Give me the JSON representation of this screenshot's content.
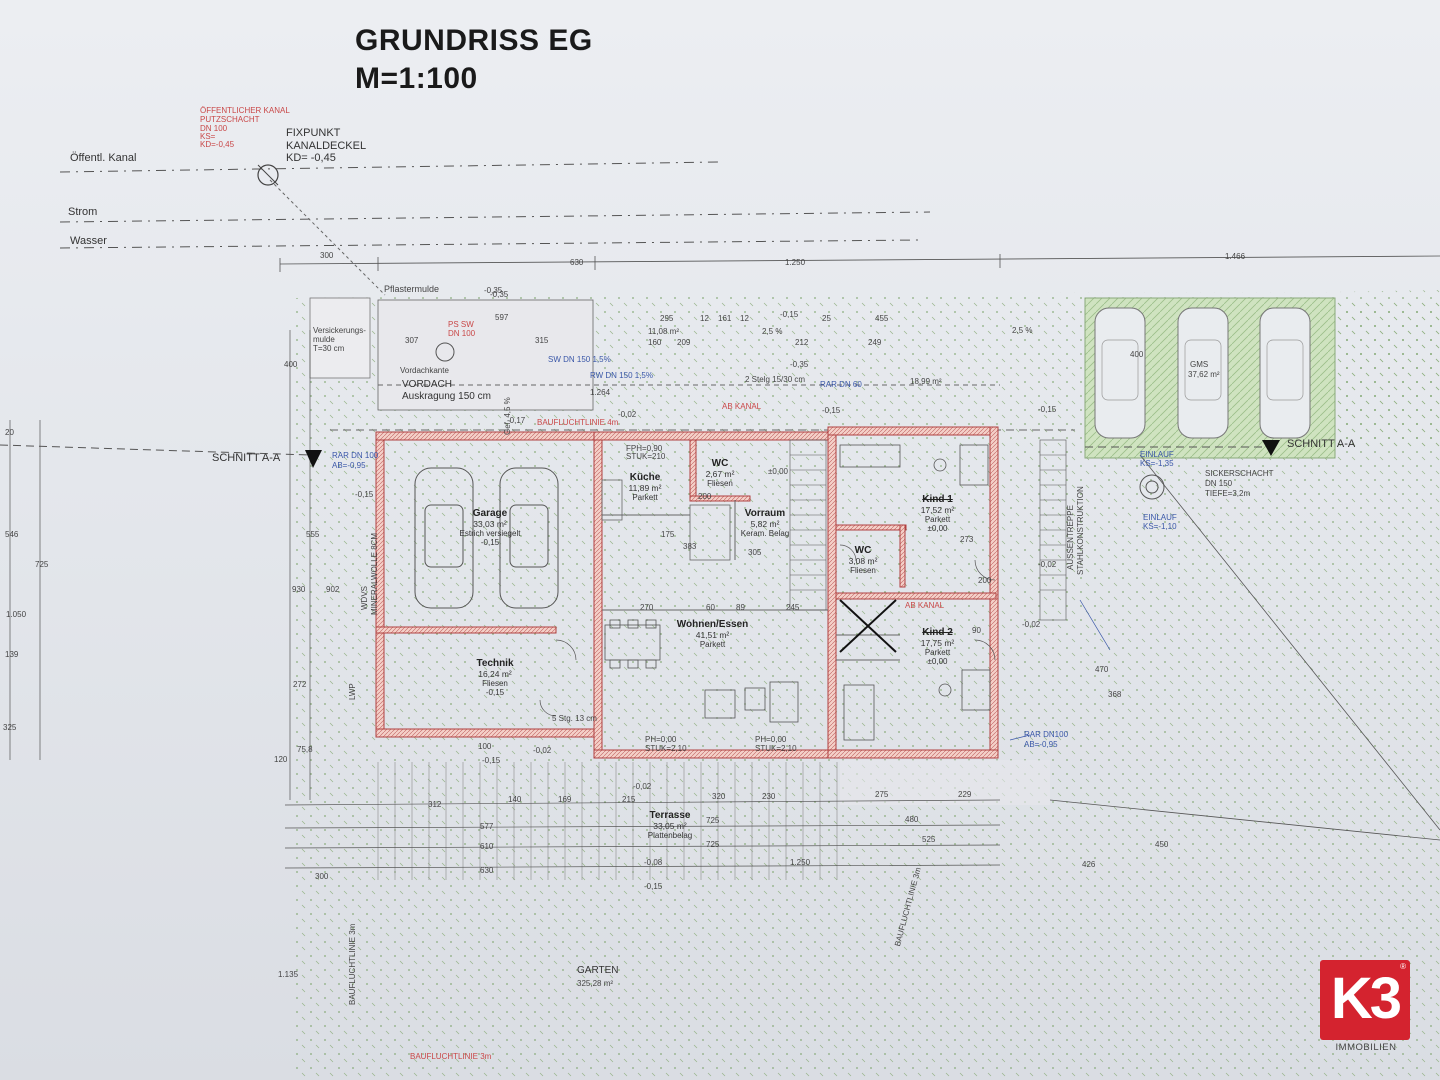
{
  "title": {
    "line1": "GRUNDRISS EG",
    "line2": "M=1:100"
  },
  "utilities": {
    "kanal_note": "ÖFFENTLICHER KANAL",
    "kanal_note2": "PUTZSCHACHT",
    "kanal_note3": "DN 100",
    "kanal_note4": "KS=",
    "kanal_note5": "KD=-0,45",
    "fixpunkt": "FIXPUNKT",
    "kanaldeckel": "KANALDECKEL",
    "kd": "KD= -0,45",
    "oeffentl_kanal": "Öffentl. Kanal",
    "strom": "Strom",
    "wasser": "Wasser"
  },
  "top_dims": {
    "d300": "300",
    "d630": "630",
    "d1250": "1.250",
    "d1466": "1.466"
  },
  "labels": {
    "pflastermulde": "Pflastermulde",
    "pm_level": "-0,35",
    "versickerung": "Versickerungs-",
    "versickerung2": "mulde",
    "versickerung3": "T=30 cm",
    "ps_sw": "PS SW",
    "ps_dn": "DN 100",
    "vordachkante": "Vordachkante",
    "vordach": "VORDACH",
    "auskragung": "Auskragung 150 cm",
    "baufluchtlinie_4m": "BAUFLUCHTLINIE 4m",
    "sw_dn": "SW DN 150 1,5%",
    "rw_dn": "RW DN 150 1,5%",
    "ab_kanal": "AB KANAL",
    "ab_kanal2": "AB KANAL",
    "rar_dn60": "RAR DN 60",
    "rar_dn100": "RAR DN 100",
    "rar_ab": "AB=-0,95",
    "rar_dn100_b": "RAR DN100",
    "rar_ab_b": "AB=-0,95",
    "schnitt_left": "SCHNITT A-A",
    "schnitt_right": "SCHNITT A-A",
    "gms": "GMS",
    "gms_area": "37,62 m²",
    "sickerschacht": "SICKERSCHACHT",
    "sickerschacht2": "DN 150",
    "sickerschacht3": "TIEFE=3,2m",
    "einlauf": "EINLAUF",
    "einlauf_ks": "KS=-1,10",
    "einlauf2": "EINLAUF",
    "einlauf2_ks": "KS=-1,35",
    "aussentreppe": "AUSSENTREPPE",
    "stahlkonstruktion": "STAHLKONSTRUKTION",
    "wdvs": "WDVS",
    "mineralwolle": "MINERALWOLLE 8CM",
    "lwp": "LWP",
    "baufluchtlinie_3m_left": "BAUFLUCHTLINIE 3m",
    "baufluchtlinie_3m_mid": "BAUFLUCHTLINIE 3m",
    "baufluchtlinie_3m_bottom": "BAUFLUCHTLINIE 3m",
    "garten": "GARTEN",
    "garten_area": "325,28 m²",
    "area_top": "11,08 m²",
    "area_top2": "18,99 m²",
    "gef": "Gef. 4,5 %",
    "gef2": "2,5 %",
    "gef3": "2,5 %",
    "ph_left": "PH=0,00",
    "stuk_left": "STUK=2,10",
    "ph_right": "PH=0,00",
    "stuk_right": "STUK=2,10",
    "fph": "FPH=0,90",
    "stuk_k": "STUK=210",
    "stg": "5 Stg. 13 cm",
    "stg2": "2 Stelg 15/30 cm"
  },
  "rooms": {
    "garage": {
      "name": "Garage",
      "area": "33,03 m²",
      "floor": "Estrich versiegelt",
      "level": "-0,15"
    },
    "technik": {
      "name": "Technik",
      "area": "16,24 m²",
      "floor": "Fliesen",
      "level": "-0,15"
    },
    "kueche": {
      "name": "Küche",
      "area": "11,89 m²",
      "floor": "Parkett"
    },
    "wc1": {
      "name": "WC",
      "area": "2,67 m²",
      "floor": "Fliesen"
    },
    "vorraum": {
      "name": "Vorraum",
      "area": "5,82 m²",
      "floor": "Keram. Belag"
    },
    "wohnen": {
      "name": "Wohnen/Essen",
      "area": "41,51 m²",
      "floor": "Parkett"
    },
    "kind1": {
      "name": "Kind 1",
      "area": "17,52 m²",
      "floor": "Parkett",
      "level": "±0,00"
    },
    "wc2": {
      "name": "WC",
      "area": "3,08 m²",
      "floor": "Fliesen"
    },
    "kind2": {
      "name": "Kind 2",
      "area": "17,75 m²",
      "floor": "Parkett",
      "level": "±0,00"
    },
    "terrasse": {
      "name": "Terrasse",
      "area": "33,05 m²",
      "floor": "Plattenbelag"
    }
  },
  "dims": [
    {
      "t": "597"
    },
    {
      "t": "307"
    },
    {
      "t": "315"
    },
    {
      "t": "1.264"
    },
    {
      "t": "295"
    },
    {
      "t": "12"
    },
    {
      "t": "161"
    },
    {
      "t": "12"
    },
    {
      "t": "25"
    },
    {
      "t": "455"
    },
    {
      "t": "160"
    },
    {
      "t": "209"
    },
    {
      "t": "212"
    },
    {
      "t": "249"
    },
    {
      "t": "270"
    },
    {
      "t": "60"
    },
    {
      "t": "89"
    },
    {
      "t": "245"
    },
    {
      "t": "383"
    },
    {
      "t": "175"
    },
    {
      "t": "305"
    },
    {
      "t": "273"
    },
    {
      "t": "200"
    },
    {
      "t": "90"
    },
    {
      "t": "200"
    },
    {
      "t": "100"
    },
    {
      "t": "140"
    },
    {
      "t": "312"
    },
    {
      "t": "169"
    },
    {
      "t": "215"
    },
    {
      "t": "320"
    },
    {
      "t": "230"
    },
    {
      "t": "275"
    },
    {
      "t": "229"
    },
    {
      "t": "577"
    },
    {
      "t": "725"
    },
    {
      "t": "480"
    },
    {
      "t": "525"
    },
    {
      "t": "610"
    },
    {
      "t": "725"
    },
    {
      "t": "630"
    },
    {
      "t": "1.250"
    },
    {
      "t": "300"
    },
    {
      "t": "426"
    },
    {
      "t": "450"
    },
    {
      "t": "400"
    },
    {
      "t": "546"
    },
    {
      "t": "725"
    },
    {
      "t": "1.050"
    },
    {
      "t": "930"
    },
    {
      "t": "902"
    },
    {
      "t": "555"
    },
    {
      "t": "272"
    },
    {
      "t": "325"
    },
    {
      "t": "139"
    },
    {
      "t": "470"
    },
    {
      "t": "368"
    },
    {
      "t": "1.135"
    },
    {
      "t": "400"
    },
    {
      "t": "20"
    },
    {
      "t": "120"
    },
    {
      "t": "75,8"
    }
  ],
  "levels": [
    "-0,35",
    "-0,35",
    "-0,17",
    "-0,15",
    "-0,15",
    "-0,02",
    "-0,02",
    "-0,02",
    "-0,15",
    "-0,08",
    "-0,15",
    "-0,15",
    "±0,00",
    "-0,02",
    "-0,15",
    "-0,02"
  ],
  "logo": {
    "mark": "K3",
    "reg": "®",
    "sub": "IMMOBILIEN"
  },
  "colors": {
    "wall_fill": "#f4d0c8",
    "wall_stroke": "#b04040",
    "green_zone": "#cfe3c0",
    "hatch": "#98b88a",
    "blue": "#3a57a8",
    "red": "#c94848",
    "logo": "#d4232f"
  }
}
